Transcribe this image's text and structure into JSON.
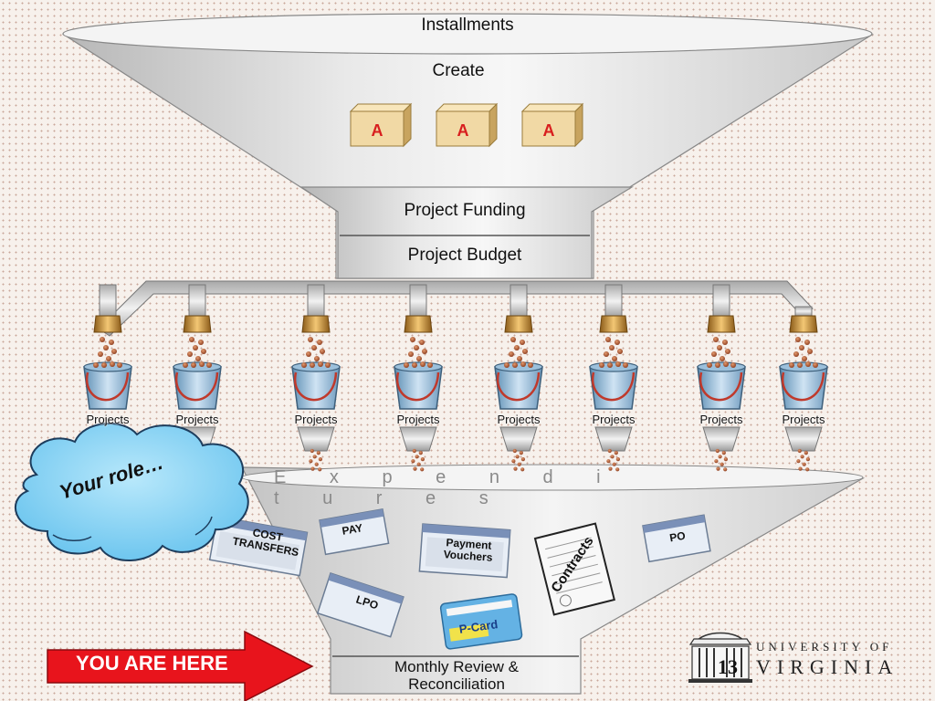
{
  "funnel_top": {
    "title": "Installments",
    "create_label": "Create",
    "boxes": [
      "A",
      "A",
      "A"
    ]
  },
  "neck": {
    "funding_label": "Project Funding",
    "budget_label": "Project Budget"
  },
  "projects": {
    "label": "Projects",
    "count": 8
  },
  "funnel_bottom": {
    "title": "E x p e n d i t u r e s",
    "documents": {
      "cost_transfers": "COST TRANSFERS",
      "pay": "PAY",
      "payment_vouchers": "Payment Vouchers",
      "contracts": "Contracts",
      "po": "PO",
      "lpo": "LPO",
      "pcard": "P-Card"
    },
    "outlet_label": "Monthly Review & Reconciliation"
  },
  "callout": {
    "text": "Your role…"
  },
  "arrow": {
    "text": "YOU ARE HERE"
  },
  "logo": {
    "line1": "UNIVERSITY OF",
    "line2": "VIRGINIA"
  },
  "page_number": "13",
  "colors": {
    "arrow_red": "#e8141c",
    "cloud_blue": "#7fd0f4",
    "box_tan": "#f1d9a5",
    "box_letter_red": "#d81e1e"
  }
}
